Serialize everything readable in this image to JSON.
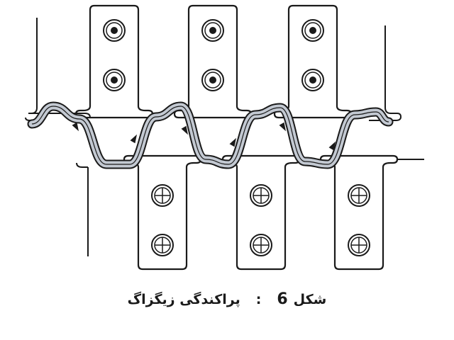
{
  "figure": {
    "caption_word": "شکل",
    "caption_number": "6",
    "caption_sep": ":",
    "caption_text": "پراکندگی زیگزاگ"
  },
  "colors": {
    "ink": "#1a1a1a",
    "beam_fill": "#c3c9d2",
    "paper": "#ffffff"
  },
  "icons": {
    "upper_pole": "dot-circle-icon",
    "lower_pole": "cross-circle-icon",
    "flux_direction": "arrow-icon"
  }
}
